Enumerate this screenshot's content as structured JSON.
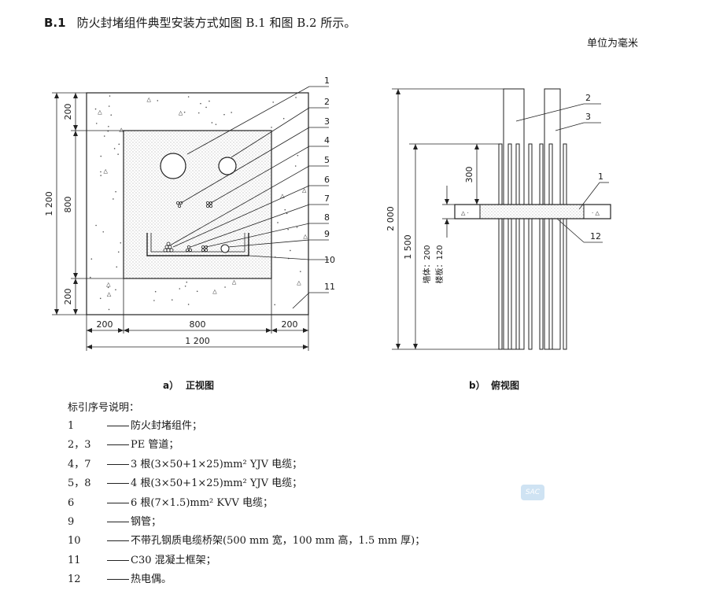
{
  "heading": {
    "number": "B.1",
    "text": "防火封堵组件典型安装方式如图 B.1 和图 B.2 所示。"
  },
  "unit_note": "单位为毫米",
  "figure_a": {
    "caption_label": "a）",
    "caption_text": "正视图",
    "dims": {
      "total_height": "1 200",
      "top": "200",
      "middle": "800",
      "bottom": "200",
      "left": "200",
      "center": "800",
      "right": "200",
      "total_width": "1 200"
    },
    "callouts": [
      "1",
      "2",
      "3",
      "4",
      "5",
      "6",
      "7",
      "8",
      "9",
      "10",
      "11"
    ]
  },
  "figure_b": {
    "caption_label": "b）",
    "caption_text": "俯视图",
    "dims": {
      "total": "2 000",
      "lower": "1 500",
      "upper": "300",
      "thickness": "墙体：200",
      "thickness2": "楼板：120"
    },
    "callouts": [
      "2",
      "3",
      "1",
      "12"
    ]
  },
  "legend_title": "标引序号说明：",
  "legend": [
    {
      "key": "1",
      "text": "防火封堵组件；"
    },
    {
      "key": "2，3",
      "text": "PE 管道；"
    },
    {
      "key": "4，7",
      "text": "3 根(3×50+1×25)mm² YJV 电缆；"
    },
    {
      "key": "5，8",
      "text": "4 根(3×50+1×25)mm² YJV 电缆；"
    },
    {
      "key": "6",
      "text": "6 根(7×1.5)mm² KVV 电缆；"
    },
    {
      "key": "9",
      "text": "钢管；"
    },
    {
      "key": "10",
      "text": "不带孔钢质电缆桥架(500 mm 宽，100 mm 高，1.5 mm 厚)；"
    },
    {
      "key": "11",
      "text": "C30 混凝土框架；"
    },
    {
      "key": "12",
      "text": "热电偶。"
    }
  ],
  "watermark": "SAC"
}
